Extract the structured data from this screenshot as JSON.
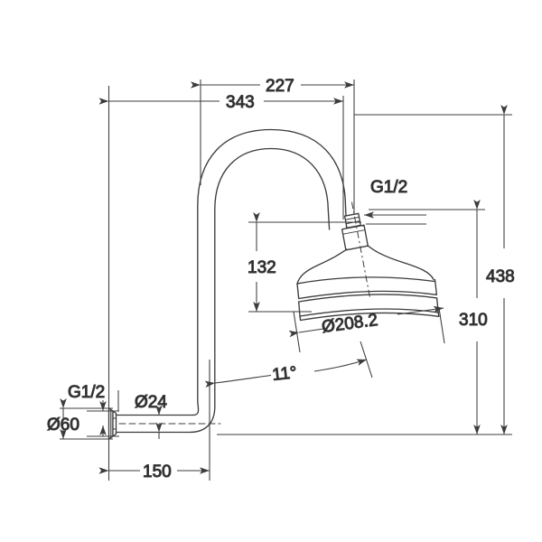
{
  "drawing": {
    "title": "Gooseneck Shower Arm with Rose - Dimensioned Technical Drawing",
    "units": "mm",
    "line_color": "#3c3c3c",
    "text_color": "#231f20",
    "background": "#ffffff"
  },
  "dimensions": {
    "overall_projection": "343",
    "arm_projection": "227",
    "overall_height": "438",
    "rose_centre_height": "310",
    "rose_face_height": "132",
    "rose_diameter": "Ø208.2",
    "wall_offset": "150",
    "tube_diameter": "Ø24",
    "flange_diameter": "Ø60",
    "inlet_thread": "G1/2",
    "outlet_thread": "G1/2",
    "rose_angle": "11°"
  },
  "labels": [
    {
      "name": "dim-343",
      "text": "343"
    },
    {
      "name": "dim-227",
      "text": "227"
    },
    {
      "name": "dim-438",
      "text": "438"
    },
    {
      "name": "dim-310",
      "text": "310"
    },
    {
      "name": "dim-132",
      "text": "132"
    },
    {
      "name": "dim-rose-diameter",
      "text": "Ø208.2"
    },
    {
      "name": "dim-150",
      "text": "150"
    },
    {
      "name": "dim-tube-diameter",
      "text": "Ø24"
    },
    {
      "name": "dim-flange-diameter",
      "text": "Ø60"
    },
    {
      "name": "thread-inlet",
      "text": "G1/2"
    },
    {
      "name": "thread-outlet",
      "text": "G1/2"
    },
    {
      "name": "dim-angle",
      "text": "11°"
    }
  ]
}
